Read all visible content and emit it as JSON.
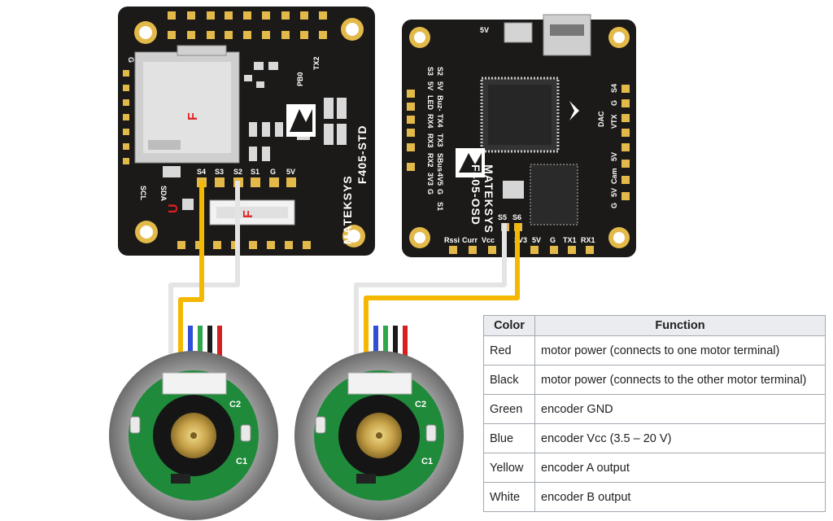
{
  "board1": {
    "model": "F405-STD",
    "brand": "MATEKSYS",
    "pads_bottom": [
      "S4",
      "S3",
      "S2",
      "S1",
      "G",
      "5V"
    ],
    "side_labels": [
      "PB0",
      "TX2",
      "G",
      "SCL",
      "SDA"
    ]
  },
  "board2": {
    "model": "F405-OSD",
    "brand": "MATEKSYS",
    "top_label": "5V",
    "bottom_pads": [
      "Rssi",
      "Curr",
      "Vcc",
      "S5",
      "S6",
      "3V3",
      "5V",
      "G",
      "TX1",
      "RX1"
    ],
    "row1": [
      "S3",
      "5V",
      "LED",
      "RX4",
      "RX3",
      "RX2",
      "3V3",
      "G"
    ],
    "row2": [
      "S2",
      "5V",
      "Buz-",
      "TX4",
      "TX3",
      "SBus",
      "4V5",
      "G",
      "S1"
    ],
    "right_labels": [
      "DAC",
      "VTX",
      "G",
      "S4",
      "5V",
      "Cam",
      "5V",
      "G"
    ]
  },
  "motors": {
    "cap_labels": [
      "C2",
      "C1"
    ]
  },
  "wire_colors": {
    "white": "#e4e4e4",
    "yellow": "#f5b800",
    "red": "#d42020",
    "black": "#1a1a1a",
    "green": "#2ea84a",
    "blue": "#2f4fd6",
    "pcb": "#1b1a18",
    "gold": "#e3b94a",
    "motor_pcb": "#1f8a3a"
  },
  "table": {
    "headers": [
      "Color",
      "Function"
    ],
    "rows": [
      {
        "color": "Red",
        "function": "motor power (connects to one motor terminal)"
      },
      {
        "color": "Black",
        "function": "motor power (connects to the other motor terminal)"
      },
      {
        "color": "Green",
        "function": "encoder GND"
      },
      {
        "color": "Blue",
        "function": "encoder Vcc (3.5 – 20 V)"
      },
      {
        "color": "Yellow",
        "function": "encoder A output"
      },
      {
        "color": "White",
        "function": "encoder B output"
      }
    ]
  }
}
